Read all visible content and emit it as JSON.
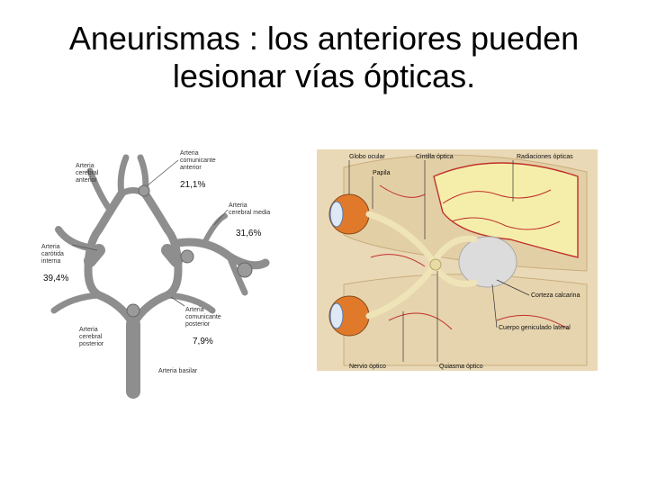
{
  "slide": {
    "title_line1": "Aneurismas : los anteriores pueden",
    "title_line2": "lesionar vías ópticas."
  },
  "circle_of_willis": {
    "labels": {
      "acom_1": "Arteria",
      "acom_2": "comunicante",
      "acom_3": "anterior",
      "aca_1": "Arteria",
      "aca_2": "cerebral",
      "aca_3": "anterior",
      "mca_1": "Arteria",
      "mca_2": "cerebral media",
      "ica_1": "Arteria",
      "ica_2": "carótida",
      "ica_3": "interna",
      "pcom_1": "Arteria",
      "pcom_2": "comunicante",
      "pcom_3": "posterior",
      "pca_1": "Arteria",
      "pca_2": "cerebral",
      "pca_3": "posterior",
      "basilar": "Arteria basilar"
    },
    "percentages": {
      "acom": "21,1%",
      "mca": "31,6%",
      "ica": "39,4%",
      "pcom": "7,9%"
    }
  },
  "optic_pathway": {
    "labels": {
      "globo_ocular": "Globo ocular",
      "papila": "Papila",
      "cintilla_optica": "Cintilla óptica",
      "radiaciones_opticas": "Radiaciones ópticas",
      "corteza_calcarina": "Corteza calcarina",
      "cuerpo_geniculado": "Cuerpo geniculado lateral",
      "nervio_optico": "Nervio óptico",
      "quiasma_optico": "Quiasma óptico"
    }
  },
  "colors": {
    "vessel": "#8e8e8e",
    "vessel_dark": "#5a5a5a",
    "brain_surface": "#ead9b6",
    "cortex_yellow": "#f5eeaa",
    "blood_red": "#c0302a",
    "eye_orange": "#e07a2a",
    "optic_nerve": "#efe4b8"
  }
}
